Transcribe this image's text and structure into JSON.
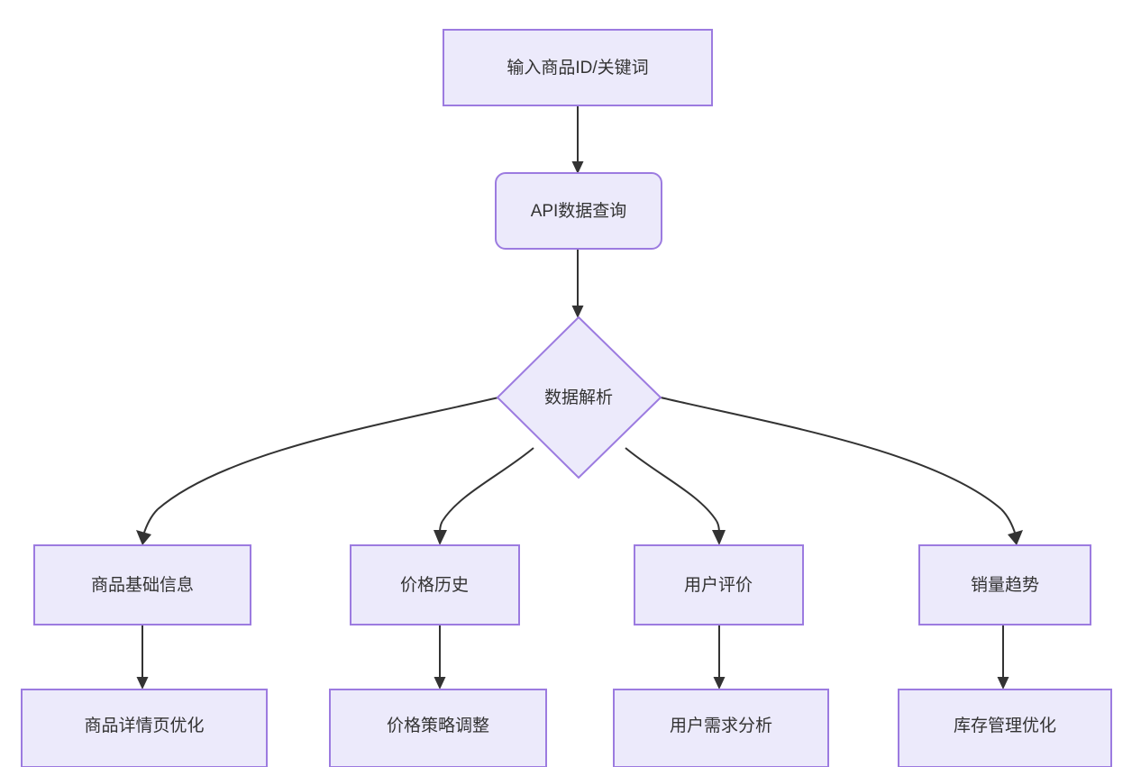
{
  "diagram": {
    "type": "flowchart",
    "title": "",
    "background_color": "#ffffff",
    "node_fill": "#ECEAFB",
    "node_stroke": "#9C7BE0",
    "edge_color": "#333333",
    "text_color": "#333333",
    "nodes": [
      {
        "id": "input",
        "label": "输入商品ID/关键词",
        "shape": "rect"
      },
      {
        "id": "api",
        "label": "API数据查询",
        "shape": "rounded-rect"
      },
      {
        "id": "parse",
        "label": "数据解析",
        "shape": "diamond"
      },
      {
        "id": "base_info",
        "label": "商品基础信息",
        "shape": "rect"
      },
      {
        "id": "price_hist",
        "label": "价格历史",
        "shape": "rect"
      },
      {
        "id": "user_review",
        "label": "用户评价",
        "shape": "rect"
      },
      {
        "id": "sales_trend",
        "label": "销量趋势",
        "shape": "rect"
      },
      {
        "id": "detail_opt",
        "label": "商品详情页优化",
        "shape": "rect"
      },
      {
        "id": "price_adj",
        "label": "价格策略调整",
        "shape": "rect"
      },
      {
        "id": "demand_analy",
        "label": "用户需求分析",
        "shape": "rect"
      },
      {
        "id": "stock_opt",
        "label": "库存管理优化",
        "shape": "rect"
      }
    ],
    "edges": [
      {
        "from": "input",
        "to": "api",
        "label": ""
      },
      {
        "from": "api",
        "to": "parse",
        "label": ""
      },
      {
        "from": "parse",
        "to": "base_info",
        "label": ""
      },
      {
        "from": "parse",
        "to": "price_hist",
        "label": ""
      },
      {
        "from": "parse",
        "to": "user_review",
        "label": ""
      },
      {
        "from": "parse",
        "to": "sales_trend",
        "label": ""
      },
      {
        "from": "base_info",
        "to": "detail_opt",
        "label": ""
      },
      {
        "from": "price_hist",
        "to": "price_adj",
        "label": ""
      },
      {
        "from": "user_review",
        "to": "demand_analy",
        "label": ""
      },
      {
        "from": "sales_trend",
        "to": "stock_opt",
        "label": ""
      }
    ]
  }
}
